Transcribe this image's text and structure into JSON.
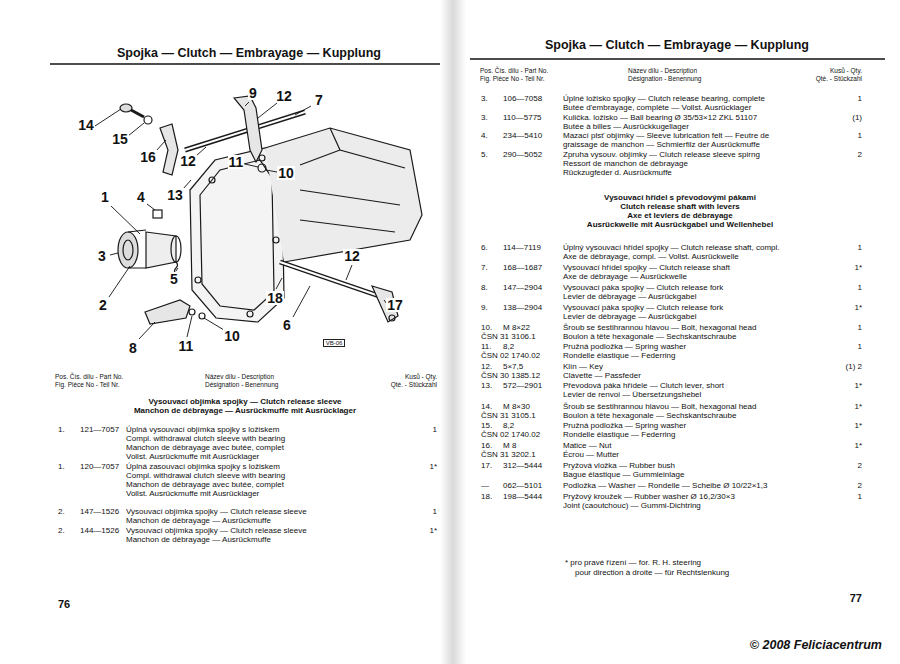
{
  "diagram": {
    "title": "Spojka — Clutch — Embrayage — Kupplung",
    "labels": [
      "Spojka — Clutch — Embrayage — Kupplung",
      "14",
      "15",
      "16",
      "12",
      "13",
      "1",
      "4",
      "3",
      "2",
      "5",
      "8",
      "11",
      "10",
      "9",
      "12",
      "7",
      "11",
      "10",
      "12",
      "17",
      "18",
      "6",
      "VB-06",
      "Pos. Čís. dílu - Part No.",
      "Fig. Pièce No - Teil Nr.",
      "Název dílu - Description",
      "Désignation - Benennung",
      "Kusů - Qty.",
      "Qté. - Stückzahl",
      "Vysouvací objímka spojky — Clutch release sleeve",
      "Manchon de débrayage — Ausrückmuffe mit Ausrücklager",
      "1.",
      "121—7057",
      "Úplná vysouvací objímka spojky s ložiskem",
      "1",
      "Compl. withdrawal clutch sleeve with bearing",
      "Manchon de débrayage avec butée, complet",
      "Vollst. Ausrückmuffe mit Ausrücklager",
      "1.",
      "120—7057",
      "Úplná zasouvací objímka spojky s ložiskem",
      "1*",
      "Compl. withdrawal clutch sleeve with bearing",
      "Manchon de débrayage avec butée, complet",
      "Vollst. Ausrückmuffe mit Ausrücklager",
      "2.",
      "147—1526",
      "Vysouvací objímka spojky — Clutch release sleeve",
      "1",
      "Manchon de débrayage — Ausrückmuffe",
      "2.",
      "144—1526",
      "Vysouvací objímka spojky — Clutch release sleeve",
      "1*",
      "Manchon de débrayage — Ausrückmuffe",
      "76",
      "Pos. Čís. dílu - Part No.",
      "Fig. Pièce No - Teil Nr.",
      "Název dílu - Description",
      "Désignation - Benennung",
      "Kusů - Qty.",
      "Qté. - Stückzahl",
      "3.",
      "106—7058",
      "Úplné ložisko spojky — Clutch release bearing, complete",
      "1",
      "Butée d'embrayage, complète — Vollst. Ausrücklager",
      "3.",
      "110—5775",
      "Kulička. ložisko — Ball bearing Ø 35/53×12 ZKL 51107",
      "(1)",
      "Butée à billes — Ausrückkugellager",
      "4.",
      "234—5410",
      "Mazací plsť objímky — Sleeve lubrication felt — Feutre de",
      "1",
      "graissage de manchon — Schmierfilz der Ausrückmuffe",
      "5.",
      "290—5052",
      "Zpruha vysouv. objímky — Clutch release sleeve spirng",
      "2",
      "Ressort de manchon de débrayage",
      "Rückzugfeder d. Ausrückmuffe",
      "Vysouvací hřídel s převodovými pákami",
      "Clutch release shaft with levers",
      "Axe et leviers de débrayage",
      "Ausrückwelle mit Ausrückgabel und Wellenhebel",
      "6.",
      "114—7119",
      "Úplný vysouvací hřídel spojky — Clutch release shaft, compl.",
      "1",
      "Axe de débrayage, compl. — Vollst. Ausrückwelle",
      "7.",
      "168—1687",
      "Vysouvací hřídel spojky — Clutch release shaft",
      "1*",
      "Axe de débrayage — Ausrückwelle",
      "8.",
      "147—2904",
      "Vysouvací páka spojky — Clutch release fork",
      "1",
      "Levier de débrayage — Ausrückgabel",
      "9.",
      "138—2904",
      "Vysouvací páka spojky — Clutch release fork",
      "1*",
      "Levier de débrayage — Ausrückgabel",
      "10.",
      "M 8×22",
      "Šroub se šestihrannou hlavou — Bolt, hexagonal head",
      "1",
      "ČSN 31 3106.1",
      "Boulon à tête hexagonale — Sechskantschraube",
      "11.",
      "8,2",
      "Pružná podložka — Spring washer",
      "1",
      "ČSN 02 1740.02",
      "Rondelle élastique — Federring",
      "12.",
      "5×7,5",
      "Klín — Key",
      "(1) 2",
      "ČSN 30 1385.12",
      "Clavette — Passfeder",
      "13.",
      "572—2901",
      "Převodová páka hřídele — Clutch lever, short",
      "1*",
      "Levier de renvoi — Übersetzungshebel",
      "14.",
      "M 8×30",
      "Šroub se šestihrannou hlavou — Bolt, hexagonal head",
      "1*",
      "ČSN 31 3105.1",
      "Boulon à tête hexagonale — Sechskantschraube",
      "15.",
      "8,2",
      "Pružná podložka — Spring washer",
      "1*",
      "ČSN 02 1740.02",
      "Rondelle élastique — Federring",
      "16.",
      "M 8",
      "Matice — Nut",
      "1*",
      "ČSN 31 3202.1",
      "Écrou — Mutter",
      "17.",
      "312—5444",
      "Pryžová vložka — Rubber bush",
      "2",
      "Bague élastique — Gummieinlage",
      "—",
      "062—5101",
      "Podložka — Washer — Rondelle — Scheibe Ø 10/22×1,3",
      "2",
      "18.",
      "198—5444",
      "Pryžový kroužek — Rubber washer Ø 16,2/30×3",
      "1",
      "Joint (caoutchouc) — Gummi-Dichtring",
      "* pro pravé řízení — for. R. H. steering",
      "pour direction à droite — für Rechtslenkung",
      "77",
      "© 2008 Feliciacentrum"
    ]
  }
}
